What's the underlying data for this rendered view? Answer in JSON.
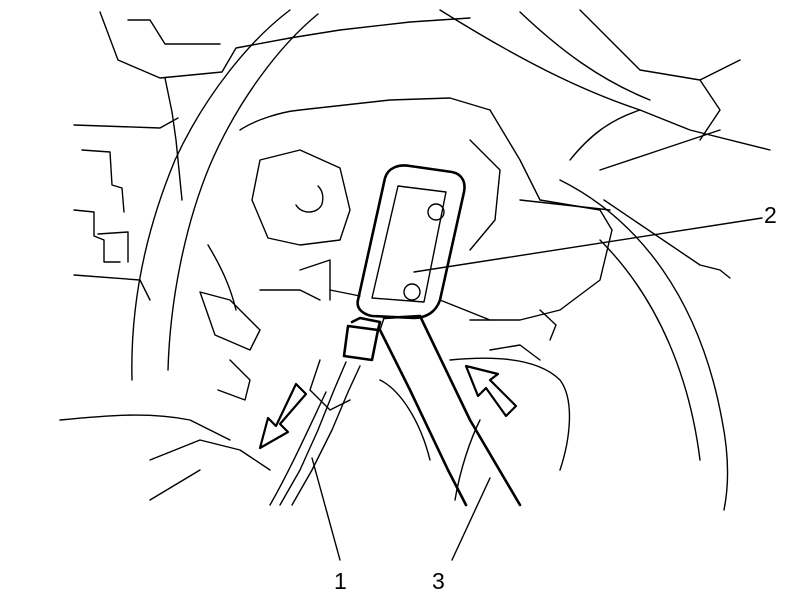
{
  "callouts": [
    {
      "id": "1",
      "label": "1"
    },
    {
      "id": "2",
      "label": "2"
    },
    {
      "id": "3",
      "label": "3"
    }
  ],
  "arrows": [
    {
      "direction": "down-left",
      "meaning": "pull"
    },
    {
      "direction": "up-left",
      "meaning": "push"
    }
  ],
  "colors": {
    "stroke": "#000000",
    "background": "#ffffff"
  }
}
